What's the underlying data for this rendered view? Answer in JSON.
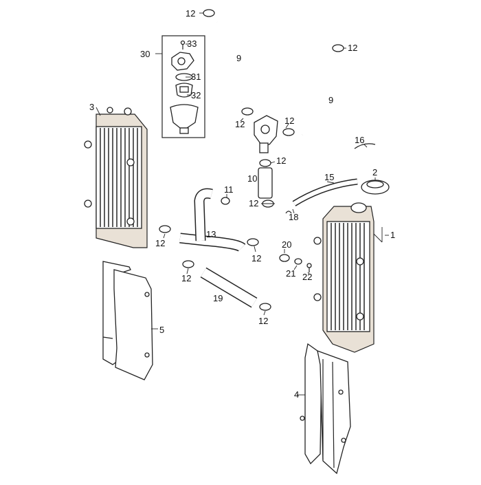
{
  "diagram": {
    "callouts": {
      "c1": "1",
      "c2": "2",
      "c3": "3",
      "c4": "4",
      "c5": "5",
      "c9a": "9",
      "c9b": "9",
      "c10": "10",
      "c11": "11",
      "c12a": "12",
      "c12b": "12",
      "c12c": "12",
      "c12d": "12",
      "c12e": "12",
      "c12f": "12",
      "c12g": "12",
      "c12h": "12",
      "c12i": "12",
      "c12j": "12",
      "c12k": "12",
      "c13": "13",
      "c15": "15",
      "c16": "16",
      "c18": "18",
      "c19": "19",
      "c20": "20",
      "c21": "21",
      "c22": "22",
      "c30": "30",
      "c31": "31",
      "c32": "32",
      "c33": "33"
    }
  }
}
